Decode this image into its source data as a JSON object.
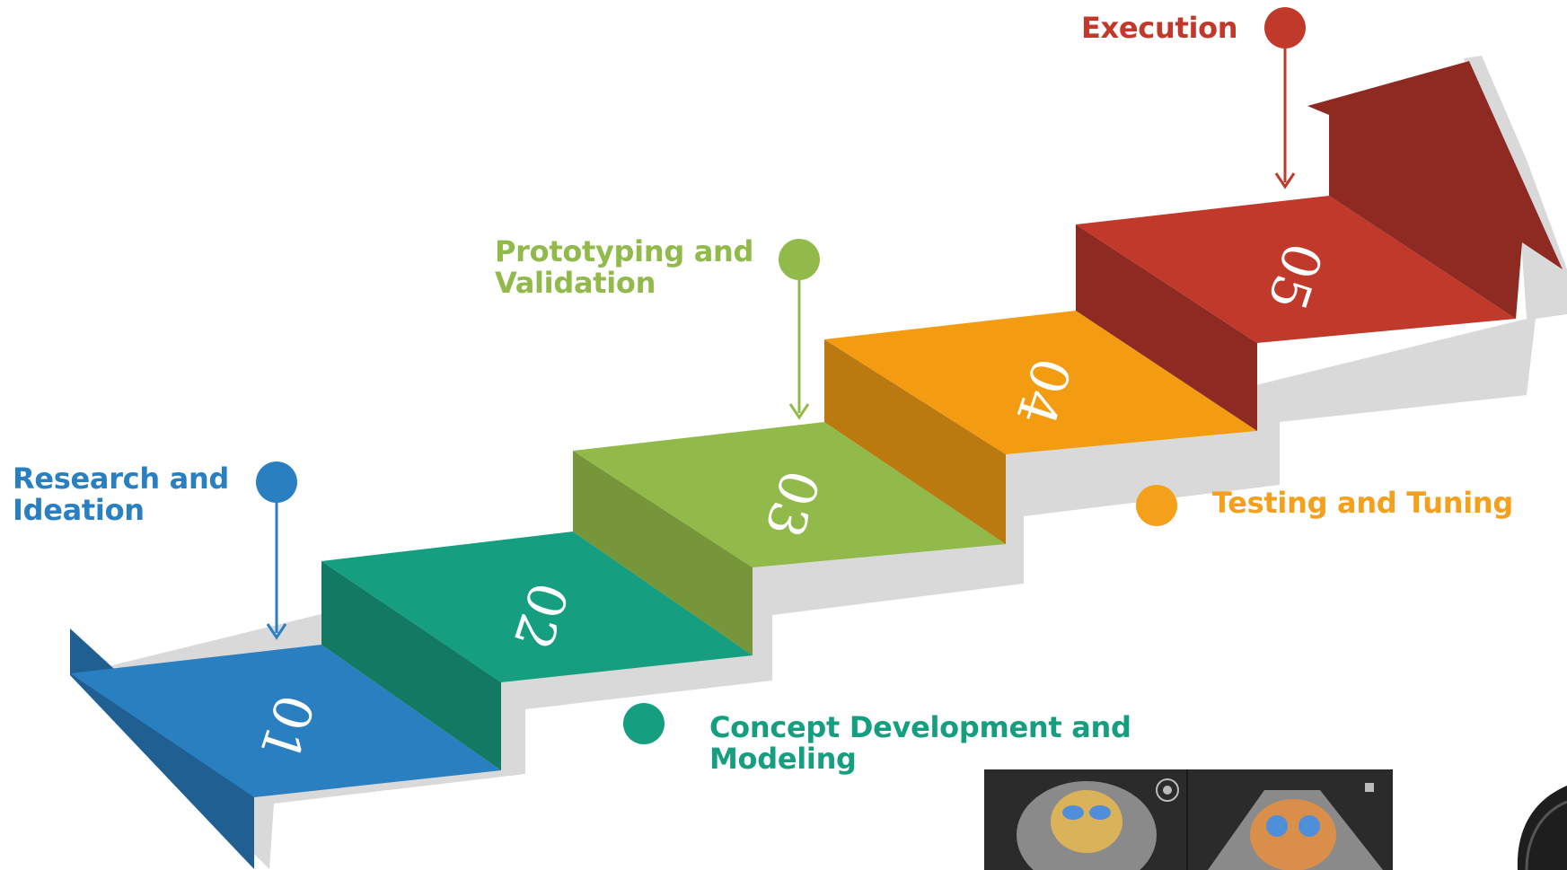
{
  "steps": [
    {
      "number": "01",
      "title_line1": "Research and",
      "title_line2": "Ideation",
      "color": "#2a7fc1"
    },
    {
      "number": "02",
      "title_line1": "Concept Development and",
      "title_line2": "Modeling",
      "color": "#169e80"
    },
    {
      "number": "03",
      "title_line1": "Prototyping and",
      "title_line2": "Validation",
      "color": "#92ba4b"
    },
    {
      "number": "04",
      "title_line1": "Testing and Tuning",
      "title_line2": "",
      "color": "#f4a01a"
    },
    {
      "number": "05",
      "title_line1": "Execution",
      "title_line2": "",
      "color": "#c0392b"
    }
  ],
  "theme": {
    "shadow": "#d5d5d5",
    "step_fronts": [
      "#1f5f91",
      "#127a63",
      "#77963a",
      "#bb7a0f",
      "#8f2a22"
    ],
    "step_tops": [
      "#2a7fc1",
      "#169e80",
      "#92ba4b",
      "#f39c12",
      "#c0392b"
    ],
    "arrow_head": "#8f2a22"
  },
  "inset_image": {
    "kind": "medical-scan-thumbnail"
  }
}
